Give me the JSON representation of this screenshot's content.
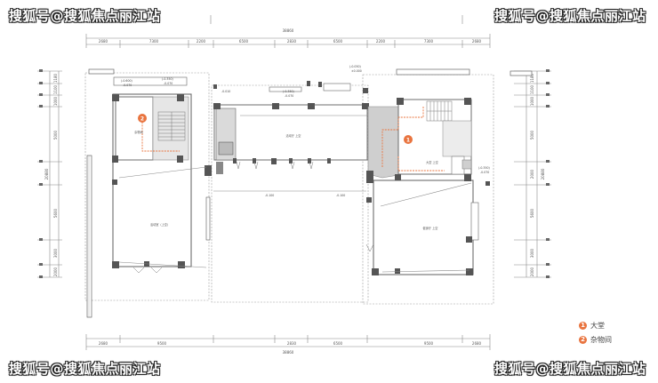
{
  "watermark": "搜狐号@搜狐焦点丽江站",
  "dims_top_total": "38860",
  "dims_top": [
    "2680",
    "7300",
    "2200",
    "6500",
    "2830",
    "6500",
    "2200",
    "7300",
    "2680"
  ],
  "dims_bottom_total": "38860",
  "dims_bottom": [
    "2680",
    "9500",
    "2830",
    "6500",
    "9500",
    "2680"
  ],
  "dims_left": [
    "1180",
    "1100",
    "1000",
    "5000",
    "5600",
    "3000",
    "2000"
  ],
  "dims_left_total": "20880",
  "dims_right": [
    "1180",
    "1100",
    "1000",
    "5000",
    "2000",
    "5600",
    "3000",
    "2000"
  ],
  "dims_right_total": "20880",
  "levels": {
    "l1": "(-0.350)",
    "l1b": "-0.070",
    "l2": "(-0.600)",
    "l2b": "-0.070",
    "l3": "(-0.050)",
    "l3b": "±0.000",
    "l4": "(-0.350)",
    "l4b": "-0.070",
    "l5": "-0.010",
    "l6": "-0.100",
    "l7": "-0.100",
    "l8": "(-0.350)",
    "l8b": "-0.070"
  },
  "rooms": {
    "r1": "杂物间",
    "r2": "活动厅 上空",
    "r3": "活动室（上空）",
    "r4": "健身厅 上空",
    "r5": "大堂 上空"
  },
  "markers": {
    "m1": "1",
    "m2": "2"
  },
  "legend": [
    {
      "num": "1",
      "label": "大堂"
    },
    {
      "num": "2",
      "label": "杂物间"
    }
  ],
  "colors": {
    "accent": "#e9743f",
    "wall": "#555555",
    "shade": "#cfcfcf",
    "line": "#8a8a8a"
  }
}
